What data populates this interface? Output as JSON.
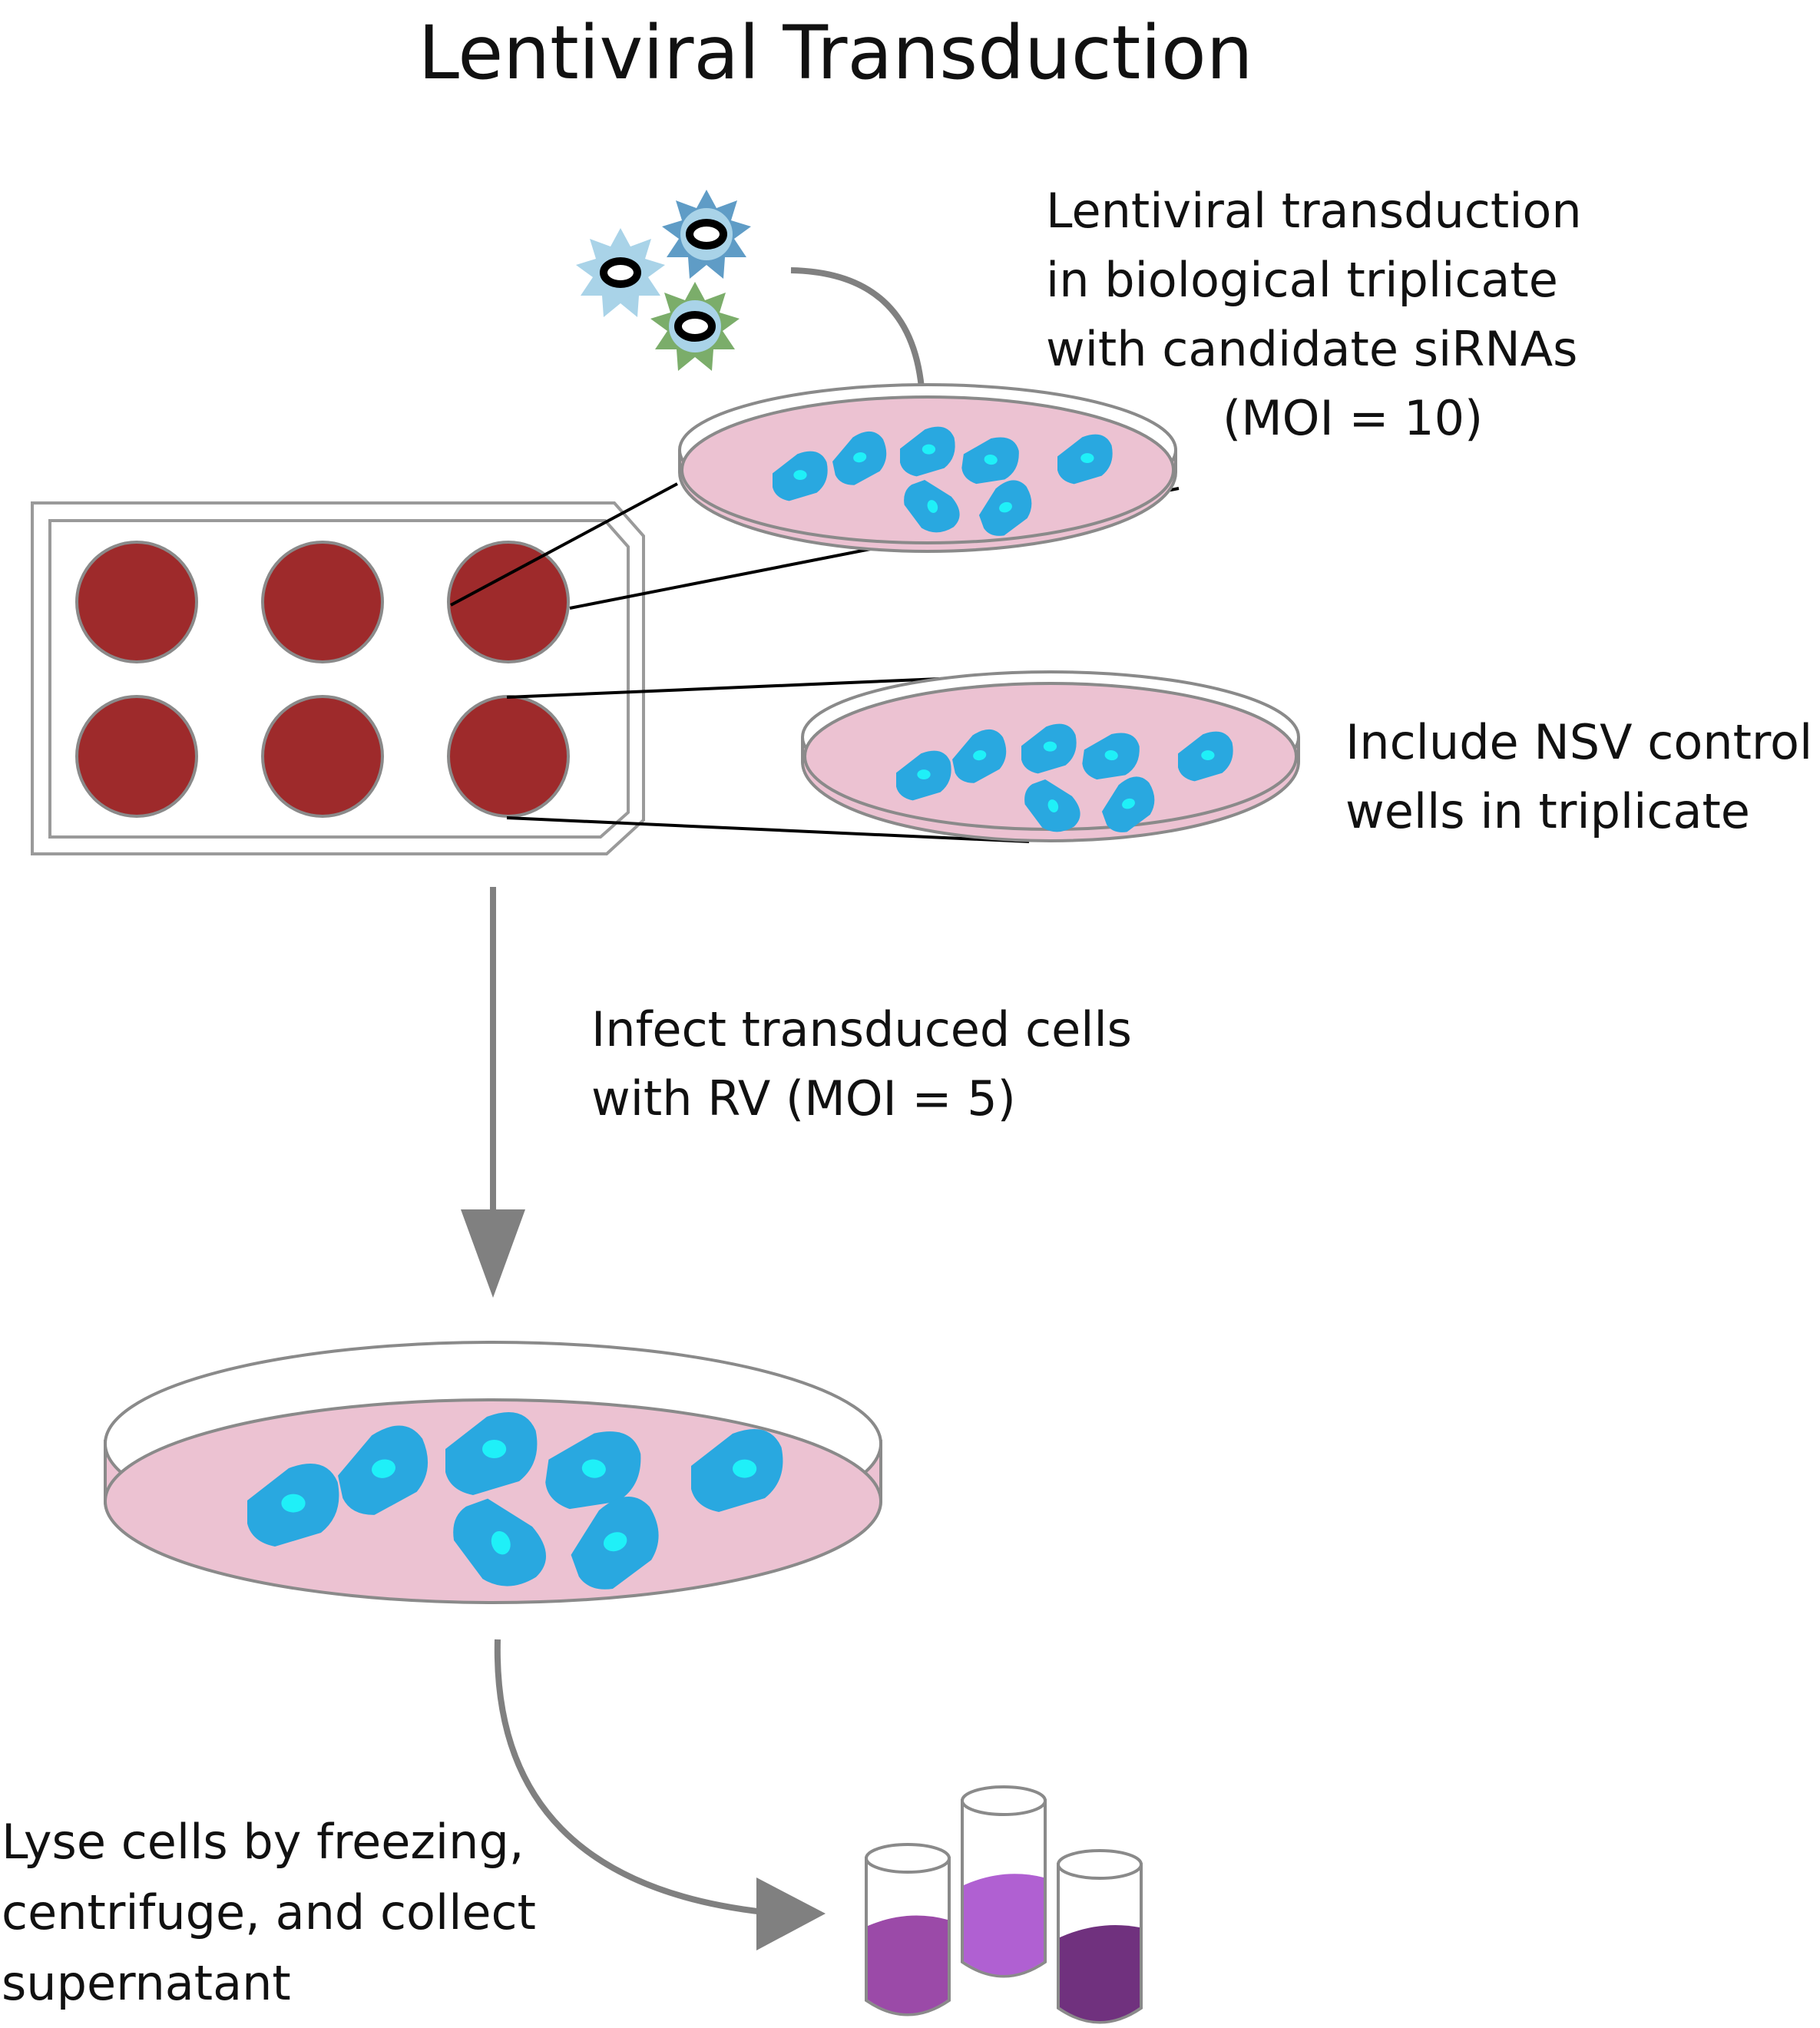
{
  "title": "Lentiviral Transduction",
  "steps": {
    "transduction": [
      "Lentiviral transduction",
      "in biological triplicate",
      "with candidate siRNAs",
      "(MOI = 10)"
    ],
    "control": [
      "Include NSV control",
      "wells in triplicate"
    ],
    "infect": [
      "Infect transduced cells",
      "with RV (MOI = 5)"
    ],
    "lyse": [
      "Lyse cells by freezing,",
      "centrifuge, and collect",
      "supernatant"
    ]
  },
  "colors": {
    "well": "#9e2a2b",
    "dish_medium": "#ecc2d2",
    "cell": "#29a8e0",
    "nucleus": "#1ff0f8",
    "arrow": "#808080",
    "virus_light": "#a9d3e8",
    "virus_dark": "#5f9cc6",
    "virus_green": "#7bad6a",
    "tube_1": "#9b4aa8",
    "tube_2": "#b060d2",
    "tube_3": "#70317e"
  }
}
